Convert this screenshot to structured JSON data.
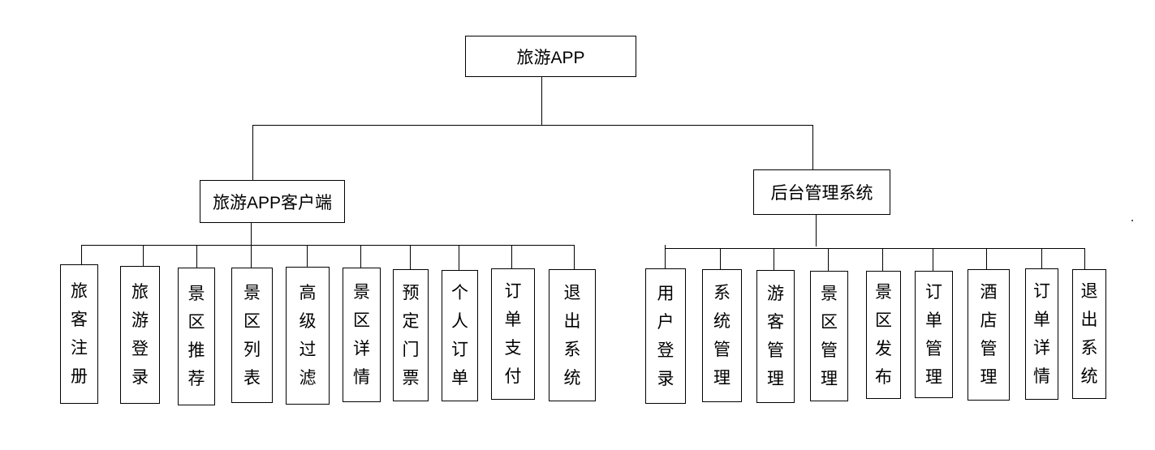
{
  "diagram": {
    "root": {
      "label": "旅游APP"
    },
    "branches": [
      {
        "key": "client",
        "label": "旅游APP客户端",
        "children": [
          "旅客注册",
          "旅游登录",
          "景区推荐",
          "景区列表",
          "高级过滤",
          "景区详情",
          "预定门票",
          "个人订单",
          "订单支付",
          "退出系统"
        ]
      },
      {
        "key": "admin",
        "label": "后台管理系统",
        "children": [
          "用户登录",
          "系统管理",
          "游客管理",
          "景区管理",
          "景区发布",
          "订单管理",
          "酒店管理",
          "订单详情",
          "退出系统"
        ]
      }
    ]
  }
}
